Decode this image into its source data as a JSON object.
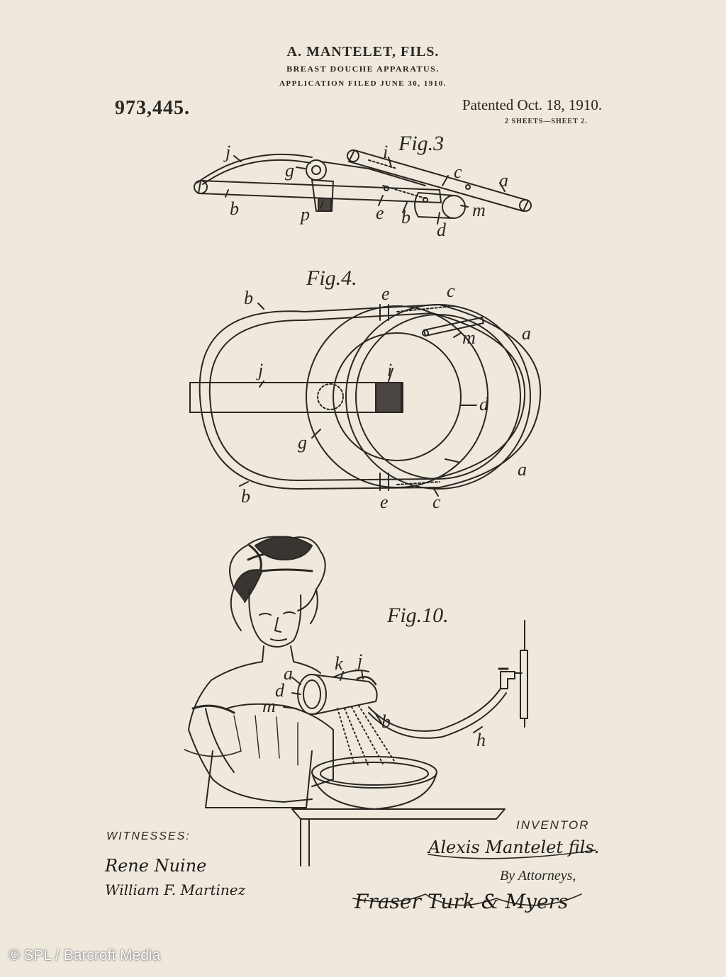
{
  "header": {
    "inventor_name": "A. MANTELET, FILS.",
    "title": "BREAST DOUCHE APPARATUS.",
    "application": "APPLICATION FILED JUNE 30, 1910.",
    "patent_number": "973,445.",
    "patented": "Patented Oct. 18, 1910.",
    "sheets": "2 SHEETS—SHEET 2."
  },
  "figures": {
    "fig3": {
      "label": "Fig.3",
      "parts": [
        "j",
        "g",
        "i",
        "c",
        "a",
        "b",
        "p",
        "e",
        "b",
        "d",
        "m"
      ]
    },
    "fig4": {
      "label": "Fig.4.",
      "parts": [
        "b",
        "e",
        "c",
        "m",
        "a",
        "j",
        "i",
        "d",
        "g",
        "a",
        "b",
        "e",
        "c"
      ]
    },
    "fig10": {
      "label": "Fig.10.",
      "parts": [
        "a",
        "k",
        "j",
        "d",
        "m",
        "b",
        "h"
      ]
    }
  },
  "footer": {
    "witnesses_label": "WITNESSES:",
    "witness_1": "Rene Nuine",
    "witness_2": "William F. Martinez",
    "inventor_label": "INVENTOR",
    "inventor_signature": "Alexis Mantelet fils.",
    "by_attorneys": "By Attorneys,",
    "attorneys_signature": "Fraser Turk & Myers"
  },
  "credit": "© SPL / Barcroft Media"
}
